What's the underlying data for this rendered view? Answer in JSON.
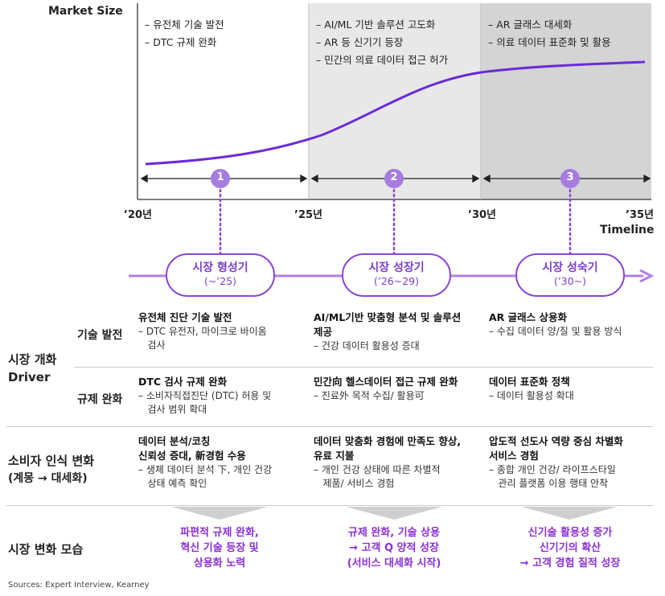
{
  "chart": {
    "y_label": "Market Size",
    "x_label": "Timeline",
    "years": [
      "’20년",
      "’25년",
      "’30년",
      "’35년"
    ],
    "phases": [
      {
        "number": "1",
        "bullets": [
          "– 유전체 기술 발전",
          "– DTC 규제 완화"
        ]
      },
      {
        "number": "2",
        "bullets": [
          "– AI/ML 기반 솔루션 고도화",
          "– AR 등 신기기 등장",
          "– 민간의 의료 데이터 접근 허가"
        ]
      },
      {
        "number": "3",
        "bullets": [
          "– AR 글래스 대세화",
          "– 의료 데이터 표준화 및 활용"
        ]
      }
    ],
    "colors": {
      "curve": "#6a2bd8",
      "phase2_bg": "#e8e8e8",
      "phase3_bg": "#d4d4d4",
      "badge": "#a67ce0",
      "dots": "#8a45d6"
    }
  },
  "stages": [
    {
      "title": "시장 형성기",
      "period": "(~’25)"
    },
    {
      "title": "시장 성장기",
      "period": "(’26~29)"
    },
    {
      "title": "시장 성숙기",
      "period": "(’30~)"
    }
  ],
  "drivers": {
    "group_label_line1": "시장 개화",
    "group_label_line2": "Driver",
    "rows": [
      {
        "label": "기술 발전",
        "cells": [
          {
            "title": "유전체 진단 기술 발전",
            "sub": [
              "– DTC 유전자, 마이크로 바이옴",
              "   검사"
            ]
          },
          {
            "title": "AI/ML기반 맞춤형 분석 및 솔루션",
            "title2": "제공",
            "sub": [
              "– 건강 데이터 활용성 증대"
            ]
          },
          {
            "title": "AR 글래스 상용화",
            "sub": [
              "– 수집 데이터 양/질 및 활용 방식"
            ]
          }
        ]
      },
      {
        "label": "규제 완화",
        "cells": [
          {
            "title": "DTC 검사 규제 완화",
            "sub": [
              "– 소비자직접진단 (DTC) 허용 및",
              "   검사 범위 확대"
            ]
          },
          {
            "title": "민간向 헬스데이터 접근 규제 완화",
            "sub": [
              "– 진료外 목적 수집/ 활용可"
            ]
          },
          {
            "title": "데이터 표준화 정책",
            "sub": [
              "– 데이터 활용성 확대"
            ]
          }
        ]
      }
    ]
  },
  "consumer": {
    "label_line1": "소비자 인식 변화",
    "label_line2": "(계몽 → 대세화)",
    "cells": [
      {
        "title": "데이터 분석/코칭",
        "title2": "신뢰성 증대, 新경험 수용",
        "sub": [
          "– 생체 데이터 분석 下, 개인 건강",
          "   상태 예측 확인"
        ]
      },
      {
        "title": "데이터 맞춤화 경험에 만족도 향상,",
        "title2": "유료 지불",
        "sub": [
          "– 개인 건강 상태에 따른 차별적",
          "   제품/ 서비스 경험"
        ]
      },
      {
        "title": "압도적 선도사 역량 중심 차별화",
        "title2": "서비스 경험",
        "sub": [
          "– 종합 개인 건강/ 라이프스타일",
          "   관리 플랫폼 이용 행태 안착"
        ]
      }
    ]
  },
  "market_change": {
    "label": "시장 변화 모습",
    "results": [
      [
        "파편적 규제 완화,",
        "혁신 기술 등장 및",
        "상용화 노력"
      ],
      [
        "규제 완화, 기술 상용",
        "→ 고객 Q 양적 성장",
        "(서비스 대세화 시작)"
      ],
      [
        "신기술 활용성 증가",
        "신기기의 확산",
        "→ 고객 경험 질적 성장"
      ]
    ]
  },
  "source": "Sources: Expert Interview, Kearney"
}
